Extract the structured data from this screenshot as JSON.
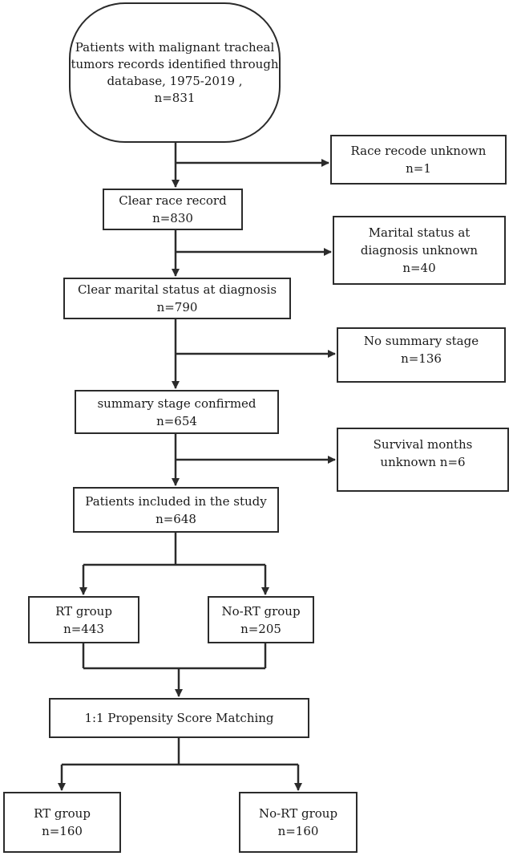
{
  "flowchart": {
    "start": {
      "lines": [
        "Patients with  malignant tracheal",
        "tumors records identified through",
        "database, 1975-2019 ,",
        "n=831"
      ]
    },
    "main": [
      {
        "lines": [
          "Clear race record",
          "n=830"
        ]
      },
      {
        "lines": [
          "Clear marital status at diagnosis",
          "n=790"
        ]
      },
      {
        "lines": [
          "summary stage confirmed",
          "n=654"
        ]
      },
      {
        "lines": [
          "Patients included in the study",
          "n=648"
        ]
      }
    ],
    "exclusions": [
      {
        "lines": [
          "Race recode unknown",
          "n=1"
        ]
      },
      {
        "lines": [
          "Marital status at",
          "diagnosis unknown",
          "n=40"
        ]
      },
      {
        "lines": [
          "No summary stage",
          "n=136"
        ]
      },
      {
        "lines": [
          "Survival months",
          "unknown n=6"
        ]
      }
    ],
    "groups_before": [
      {
        "lines": [
          "RT group",
          "n=443"
        ]
      },
      {
        "lines": [
          "No-RT group",
          "n=205"
        ]
      }
    ],
    "matching": {
      "lines": [
        "1:1 Propensity Score Matching"
      ]
    },
    "groups_after": [
      {
        "lines": [
          "RT group",
          "n=160"
        ]
      },
      {
        "lines": [
          "No-RT group",
          "n=160"
        ]
      }
    ]
  }
}
